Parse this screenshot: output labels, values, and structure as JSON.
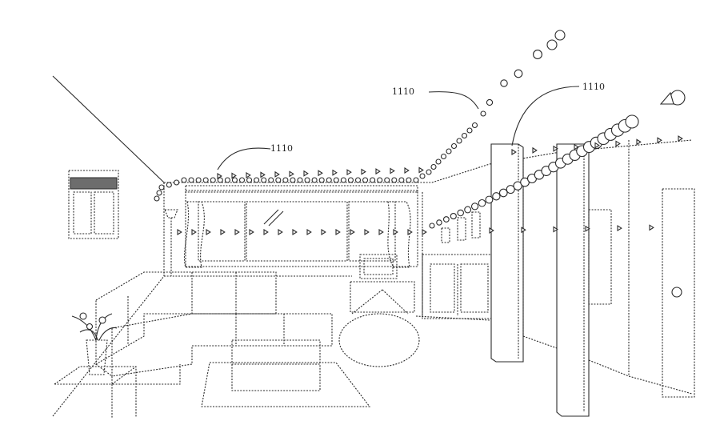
{
  "figure": {
    "labels": [
      {
        "id": "label-left",
        "text": "1110"
      },
      {
        "id": "label-center",
        "text": "1110"
      },
      {
        "id": "label-right",
        "text": "1110"
      }
    ]
  },
  "colors": {
    "ink": "#2a2a2a",
    "paper": "#ffffff"
  }
}
